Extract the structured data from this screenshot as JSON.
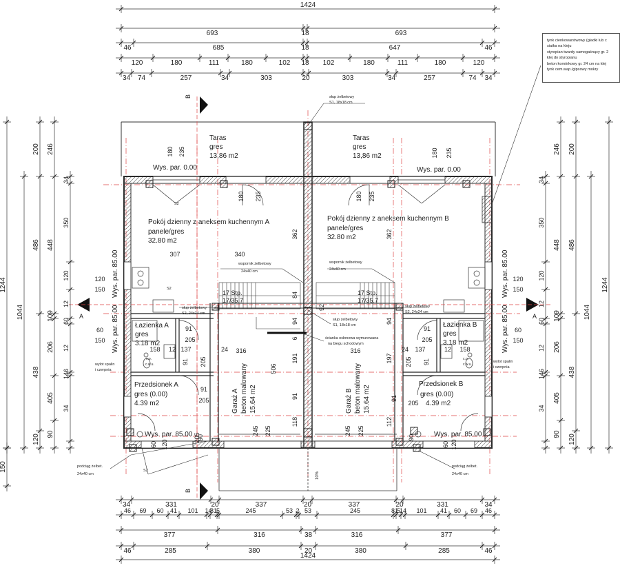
{
  "dims": {
    "top": {
      "overall": "1424",
      "r1": [
        "693",
        "18",
        "693"
      ],
      "r2": [
        "46",
        "685",
        "18",
        "647",
        "46"
      ],
      "r3": [
        "120",
        "180",
        "111",
        "180",
        "102",
        "18",
        "102",
        "180",
        "111",
        "180",
        "120"
      ],
      "r4": [
        "34",
        "74",
        "257",
        "34",
        "303",
        "20",
        "303",
        "34",
        "257",
        "74",
        "34"
      ]
    },
    "bottom": {
      "r1": [
        "34",
        "331",
        "20",
        "337",
        "20",
        "337",
        "20",
        "331",
        "34"
      ],
      "r2": [
        "46",
        "69",
        "60",
        "41",
        "101",
        "14",
        "81",
        "5",
        "245",
        "53",
        "2",
        "53",
        "245",
        "81",
        "5",
        "14",
        "101",
        "41",
        "60",
        "69",
        "46"
      ],
      "r3": [
        "377",
        "316",
        "38",
        "316",
        "377"
      ],
      "r4": [
        "46",
        "285",
        "380",
        "20",
        "380",
        "285",
        "46"
      ],
      "overall": "1424"
    },
    "left": {
      "overall": "1244",
      "c1": [
        "1044"
      ],
      "c2": [
        "200",
        "486",
        "438",
        "120"
      ],
      "c3": [
        "246",
        "448",
        "109",
        "206",
        "405",
        "90"
      ],
      "c4": [
        "34",
        "350",
        "120",
        "12",
        "60",
        "12",
        "146",
        "34"
      ],
      "extra": "150"
    },
    "right": {
      "overall": "1244",
      "c1": [
        "1044"
      ],
      "c2": [
        "200",
        "486",
        "438",
        "120"
      ],
      "c3": [
        "246",
        "448",
        "109",
        "206",
        "405",
        "90"
      ],
      "c4": [
        "34",
        "350",
        "120",
        "12",
        "60",
        "12",
        "146",
        "34"
      ]
    }
  },
  "labels": {
    "taras_a_name": "Taras",
    "taras_a_mat": "gres",
    "taras_a_area": "13,86 m2",
    "taras_b_name": "Taras",
    "taras_b_mat": "gres",
    "taras_b_area": "13,86 m2",
    "wys_000_a": "Wys. par. 0.00",
    "wys_000_b": "Wys. par. 0.00",
    "pokoj_a_name": "Pokój dzienny z aneksem kuchennym A",
    "pokoj_a_mat": "panele/gres",
    "pokoj_a_area": "32.80 m2",
    "pokoj_b_name": "Pokój dzienny z aneksem kuchennym B",
    "pokoj_b_mat": "panele/gres",
    "pokoj_b_area": "32.80 m2",
    "lazienka_a_name": "Łazienka A",
    "lazienka_a_mat": "gres",
    "lazienka_a_area": "3.18 m2",
    "lazienka_b_name": "Łazienka B",
    "lazienka_b_mat": "gres",
    "lazienka_b_area": "3.18 m2",
    "przedsionek_a_name": "Przedsionek A",
    "przedsionek_a_mat": "gres (0.00)",
    "przedsionek_a_area": "4.39 m2",
    "przedsionek_b_name": "Przedsionek B",
    "przedsionek_b_mat": "gres (0.00)",
    "przedsionek_b_area": "4.39 m2",
    "garaz_a_name": "Garaż A",
    "garaz_a_mat": "beton malowany",
    "garaz_a_area": "15.64 m2",
    "garaz_b_name": "Garaż B",
    "garaz_b_mat": "beton malowany",
    "garaz_b_area": "15.64 m2",
    "wys_8500_l1": "Wys. par. 85.00",
    "wys_8500_l2": "Wys. par. 85.00",
    "wys_8500_r1": "Wys. par. 85.00",
    "wys_8500_r2": "Wys. par. 85.00",
    "wys_8500_bl": "Wys. par. 85.00",
    "wys_8500_br": "Wys. par. 85.00",
    "stairs_a": "17 Stp.",
    "stairs_a_ratio": "17/35.7",
    "stairs_b": "17 Stp.",
    "stairs_b_ratio": "17/35.7",
    "slup_top": "słup żelbetowy",
    "slup_top_size": "S1, 18x18 cm",
    "slup_mid": "słup żelbetowy",
    "slup_mid_size": "S1, 18x18 cm",
    "wspornik_a": "wspornik żelbetowy",
    "wspornik_a_size": "24x40 cm",
    "wspornik_b": "wspornik żelbetowy",
    "wspornik_b_size": "24x40 cm",
    "slup_a": "słup żelbetowy",
    "slup_a_size": "S2, 24x24 cm",
    "slup_b": "słup żelbetowy",
    "slup_b_size": "S2, 24x24 cm",
    "scianka": "ścianka osłonowa wymurowana",
    "scianka2": "na biegu schodowym",
    "wylot_a": "wylot spalin",
    "wylot_a2": "i czerpnia",
    "wylot_b": "wylot spalin",
    "wylot_b2": "i czerpnia",
    "podciag_a": "podciąg żelbet.",
    "podciag_a_size": "24x40 cm",
    "podciag_b": "podciąg żelbet.",
    "podciag_b_size": "24x40 cm",
    "s2_a": "S2",
    "s2_b": "S2",
    "s2_c": "S2",
    "cwu_a": "c.o.",
    "cwu_a2": "c.w.u.",
    "cwu_b": "c.o.",
    "cwu_b2": "c.w.u.",
    "section_b": "B",
    "section_b2": "B",
    "section_a": "A",
    "section_a2": "A",
    "slope": "10%"
  },
  "inner_dims": {
    "d180a": "180",
    "d235a": "235",
    "d180b": "180",
    "d235b": "235",
    "d180c": "180",
    "d235c": "235",
    "d180d": "180",
    "d235d": "235",
    "d362a": "362",
    "d362b": "362",
    "d340": "340",
    "d307": "307",
    "d120l": "120",
    "d150l": "150",
    "d60l": "60",
    "d150l2": "150",
    "d120r": "120",
    "d150r": "150",
    "d60r": "60",
    "d150r2": "150",
    "d84": "84",
    "d94": "94",
    "d6": "6",
    "d191": "191",
    "d91": "91",
    "d118": "118",
    "d92": "92",
    "d94b": "94",
    "d197": "197",
    "d112": "112",
    "d506": "506",
    "d316a": "316",
    "d316b": "316",
    "d24a": "24",
    "d24b": "24",
    "d91a": "91",
    "d205a": "205",
    "d158a": "158",
    "d12a": "12",
    "d137a": "137",
    "d91b": "91",
    "d205b": "205",
    "d158b": "158",
    "d12b": "12",
    "d137b": "137",
    "d205c": "205",
    "d91c": "91",
    "d205d": "205",
    "d91d": "91",
    "d245a": "245",
    "d225a": "225",
    "d245b": "245",
    "d225b": "225",
    "d205e": "205",
    "d120e": "120",
    "d60e": "60",
    "d205f": "205",
    "d120f": "120",
    "d60f": "60",
    "d90a": "90",
    "d90b": "90",
    "d91e": "91",
    "d91f": "91"
  },
  "note": {
    "l1": "tynk cienkowarstwowy (gładki lub c",
    "l2": "siatka na kleju",
    "l3": "styropian twardy samogaśnący gr. 2",
    "l4": "klej do styropianu",
    "l5": "beton komórkowy gr. 24 cm na klej",
    "l6": "tynk cem.wap./gipsowy mokry"
  }
}
